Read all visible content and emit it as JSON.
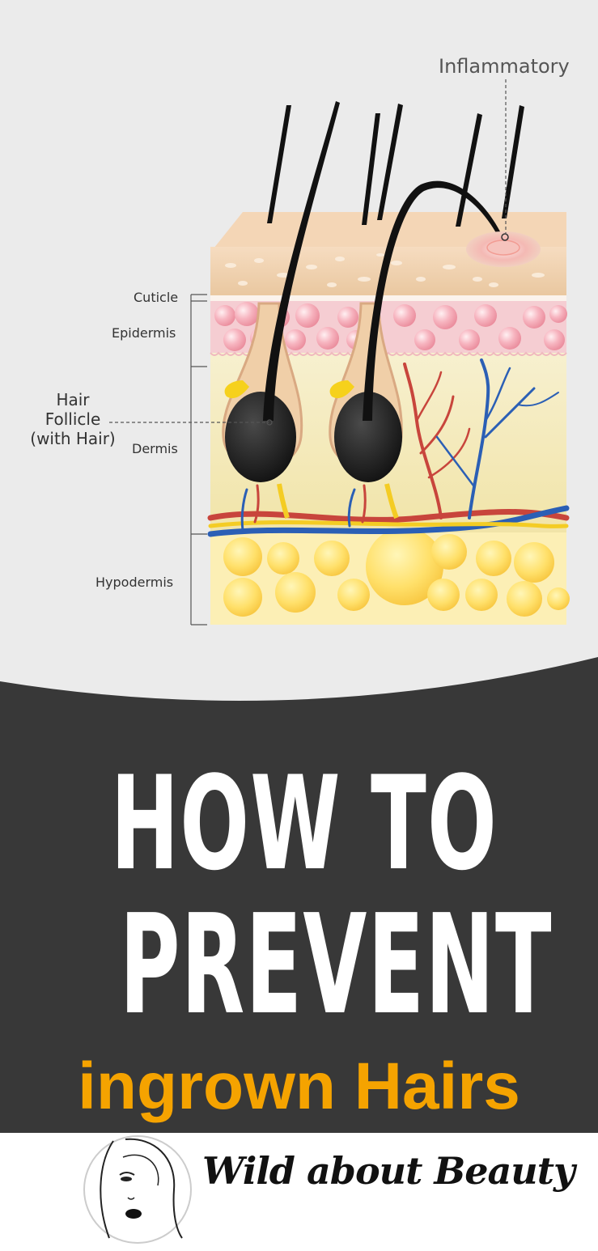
{
  "diagram": {
    "labels": {
      "inflammatory": "Inflammatory",
      "cuticle": "Cuticle",
      "epidermis": "Epidermis",
      "follicle_line1": "Hair",
      "follicle_line2": "Follicle",
      "follicle_line3": "(with Hair)",
      "dermis": "Dermis",
      "hypodermis": "Hypodermis"
    }
  },
  "title": {
    "line1": "HOW TO",
    "line2": "PREVENT",
    "line3": "ingrown Hairs"
  },
  "brand": {
    "name": "Wild about Beauty"
  },
  "colors": {
    "background": "#ebebeb",
    "dark_band": "#383838",
    "title_white": "#ffffff",
    "title_accent": "#f5a300",
    "footer": "#ffffff"
  }
}
